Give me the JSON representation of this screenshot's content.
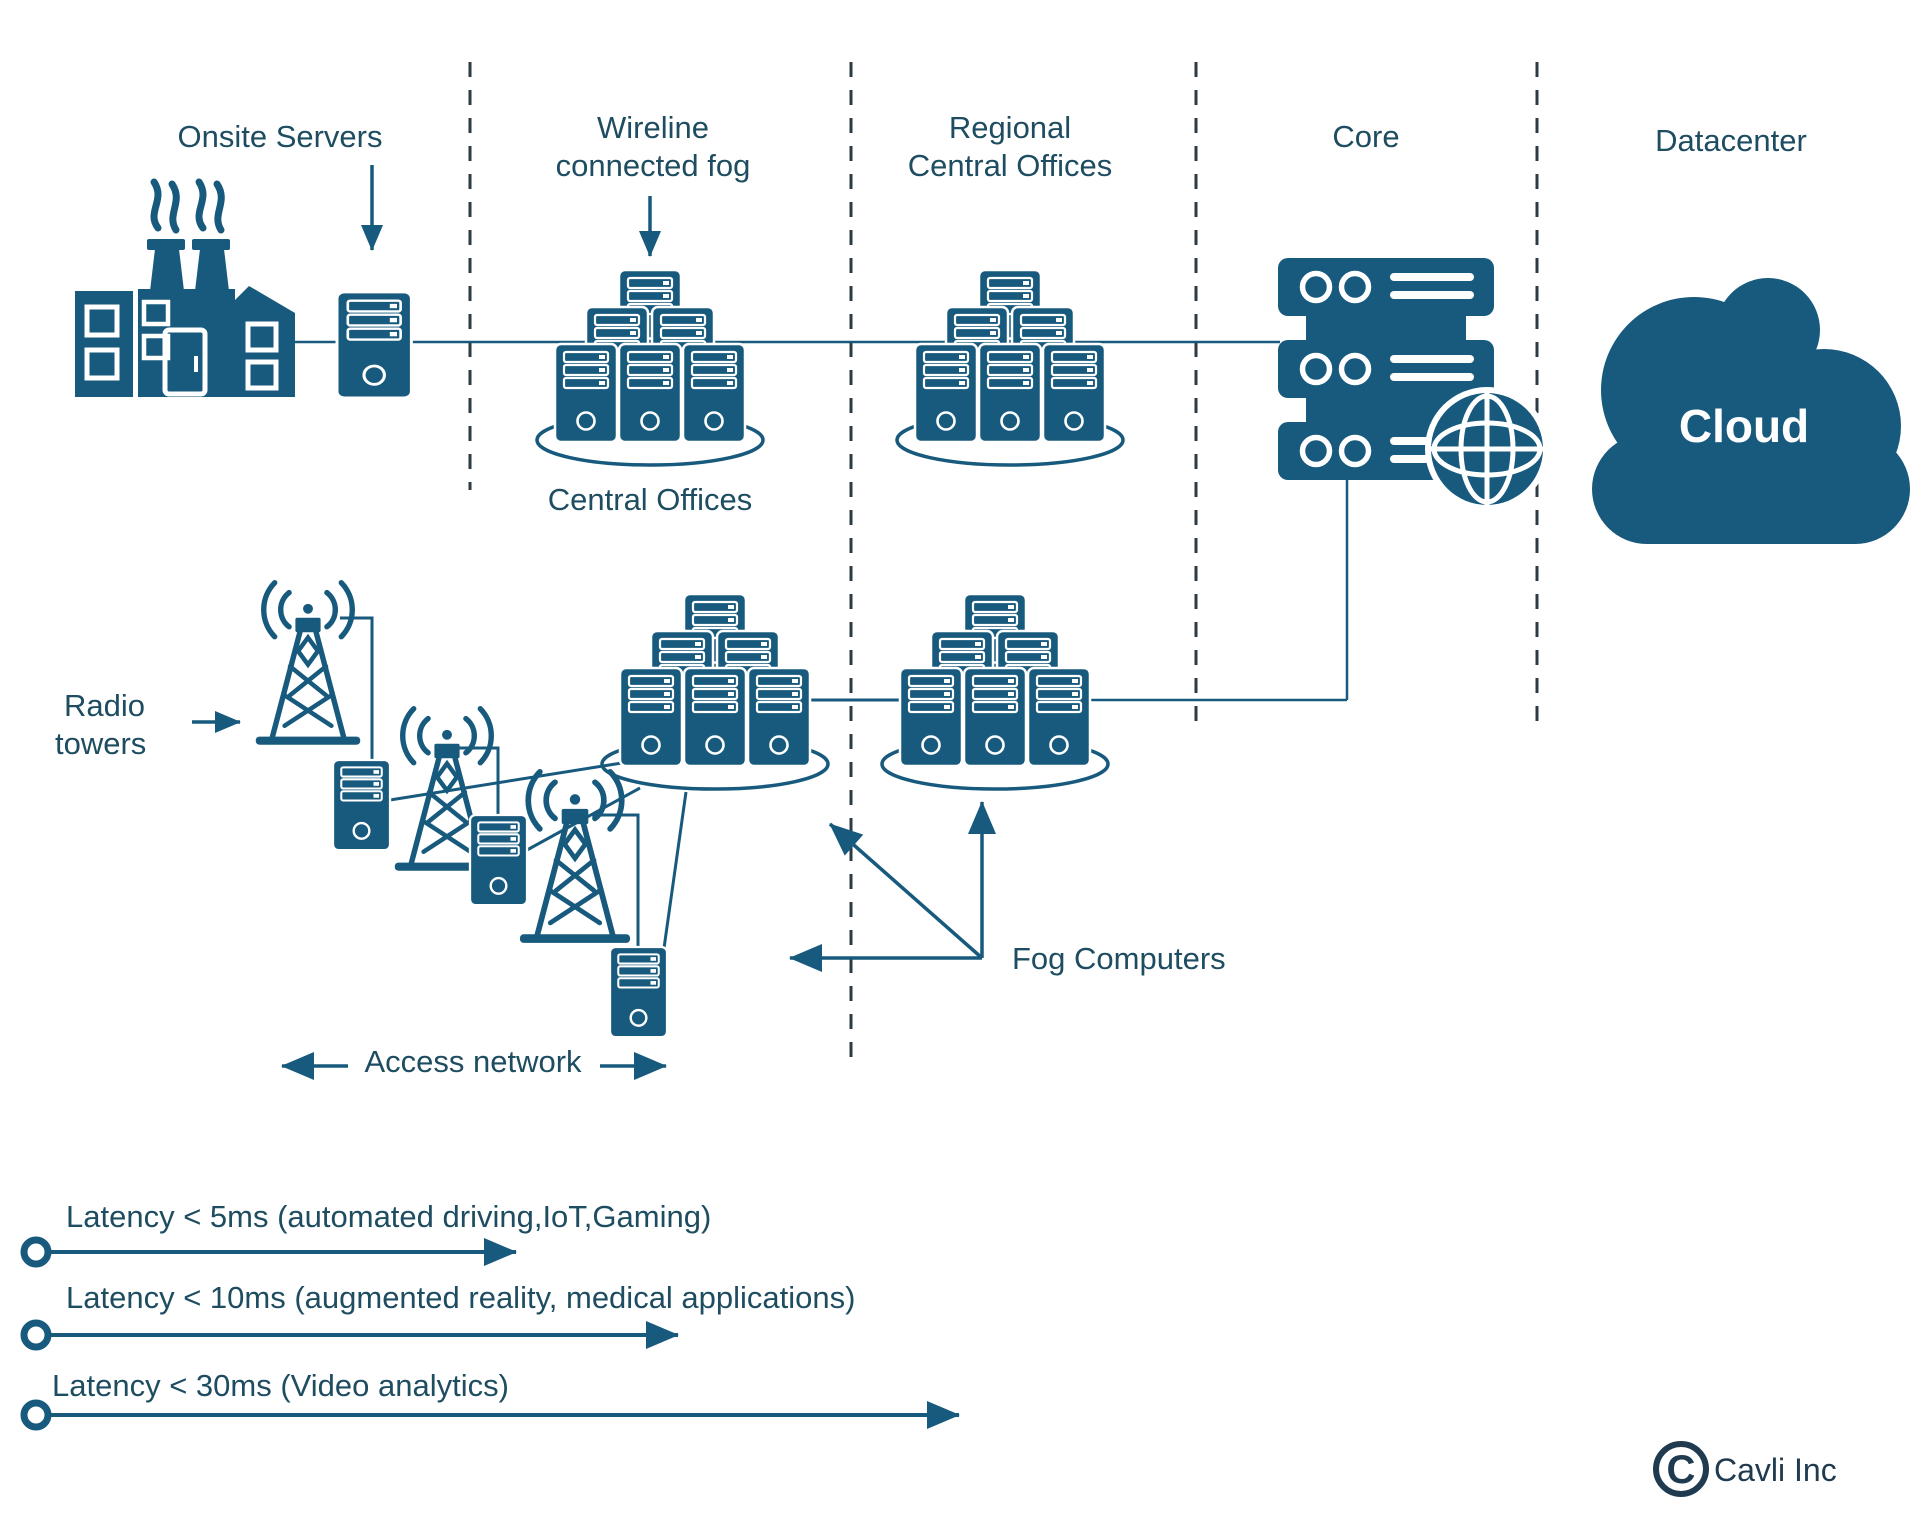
{
  "diagram": {
    "headers": {
      "onsite": "Onsite Servers",
      "wireline_line1": "Wireline",
      "wireline_line2": "connected fog",
      "regional_line1": "Regional",
      "regional_line2": "Central Offices",
      "core": "Core",
      "datacenter": "Datacenter"
    },
    "labels": {
      "central_offices": "Central Offices",
      "radio_line1": "Radio",
      "radio_line2": "towers",
      "fog_computers": "Fog Computers",
      "access_network": "Access network",
      "cloud": "Cloud"
    },
    "latency": [
      {
        "text": "Latency < 5ms (automated driving,IoT,Gaming)"
      },
      {
        "text": "Latency < 10ms (augmented reality, medical applications)"
      },
      {
        "text": "Latency < 30ms (Video analytics)"
      }
    ],
    "footer": {
      "brand": "Cavli Inc",
      "logo_letter": "C"
    },
    "colors": {
      "primary": "#185a7d",
      "text": "#1e4d61",
      "dash": "#2d3b44",
      "brand": "#203b4f"
    }
  }
}
